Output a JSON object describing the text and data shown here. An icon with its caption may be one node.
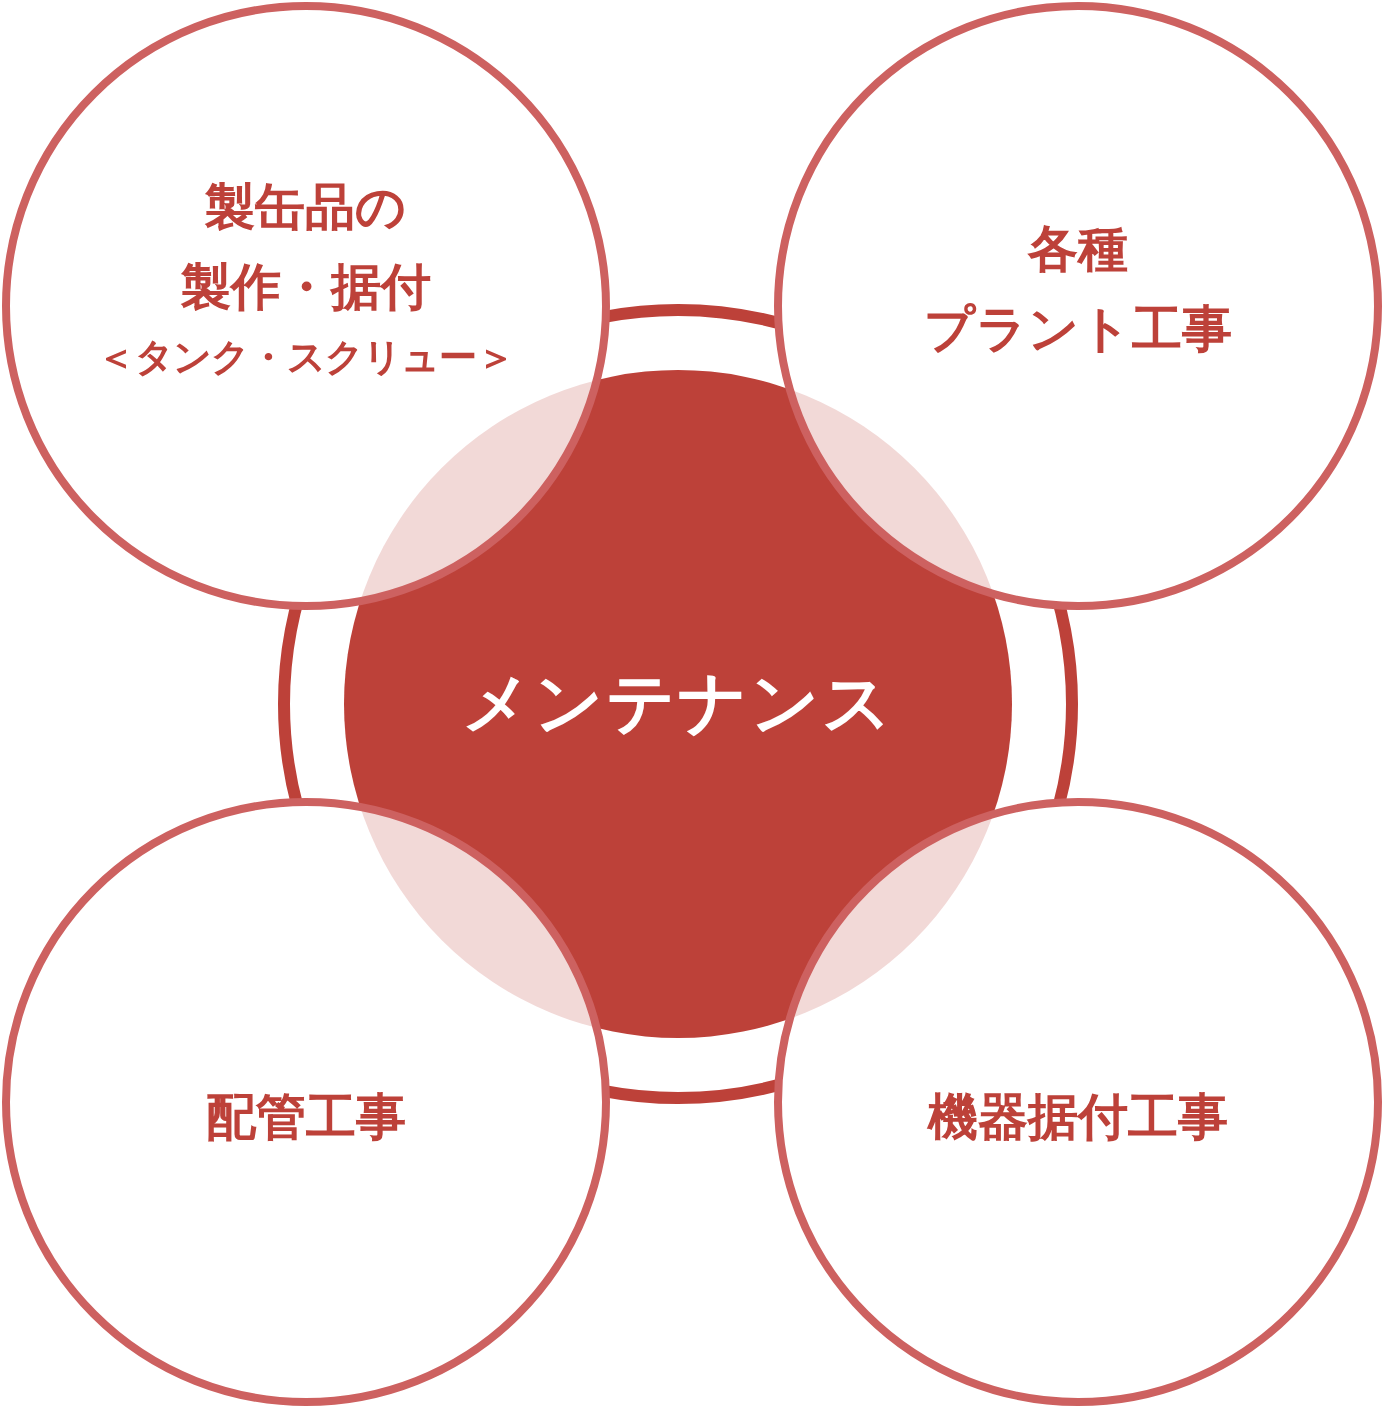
{
  "diagram": {
    "nodes": [
      {
        "text": [
          "メンテナンス"
        ]
      },
      {
        "text": [
          "製缶品の製作・据付",
          "＜タンク・スクリュー＞"
        ]
      },
      {
        "text": [
          "各種プラント工事"
        ]
      },
      {
        "text": [
          "配管工事"
        ]
      },
      {
        "text": [
          "機器据付工事"
        ]
      }
    ]
  }
}
